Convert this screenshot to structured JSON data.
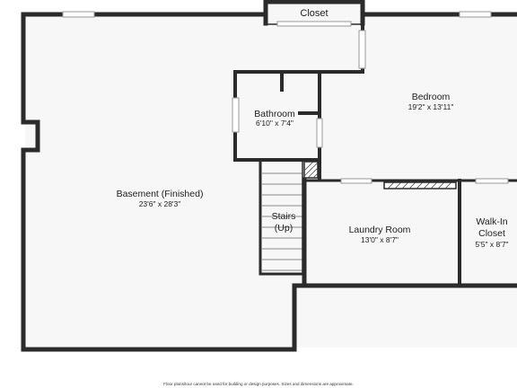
{
  "colors": {
    "wall": "#2b2b2b",
    "floor": "#f7f7f7",
    "window": "#c8c8c8",
    "background": "#ffffff"
  },
  "rooms": {
    "closet": {
      "name": "Closet"
    },
    "bedroom": {
      "name": "Bedroom",
      "dimensions": "19'2\" x 13'11\""
    },
    "bathroom": {
      "name": "Bathroom",
      "dimensions": "6'10\" x 7'4\""
    },
    "basement": {
      "name": "Basement (Finished)",
      "dimensions": "23'6\" x 28'3\""
    },
    "stairs": {
      "name_line1": "Stairs",
      "name_line2": "(Up)"
    },
    "laundry": {
      "name": "Laundry Room",
      "dimensions": "13'0\" x 8'7\""
    },
    "walkin": {
      "name_line1": "Walk-In",
      "name_line2": "Closet",
      "dimensions": "5'5\" x 8'7\""
    }
  },
  "disclaimer": "Floor plans/tour cannot be used for building or design purposes. Sizes and dimensions are approximate."
}
